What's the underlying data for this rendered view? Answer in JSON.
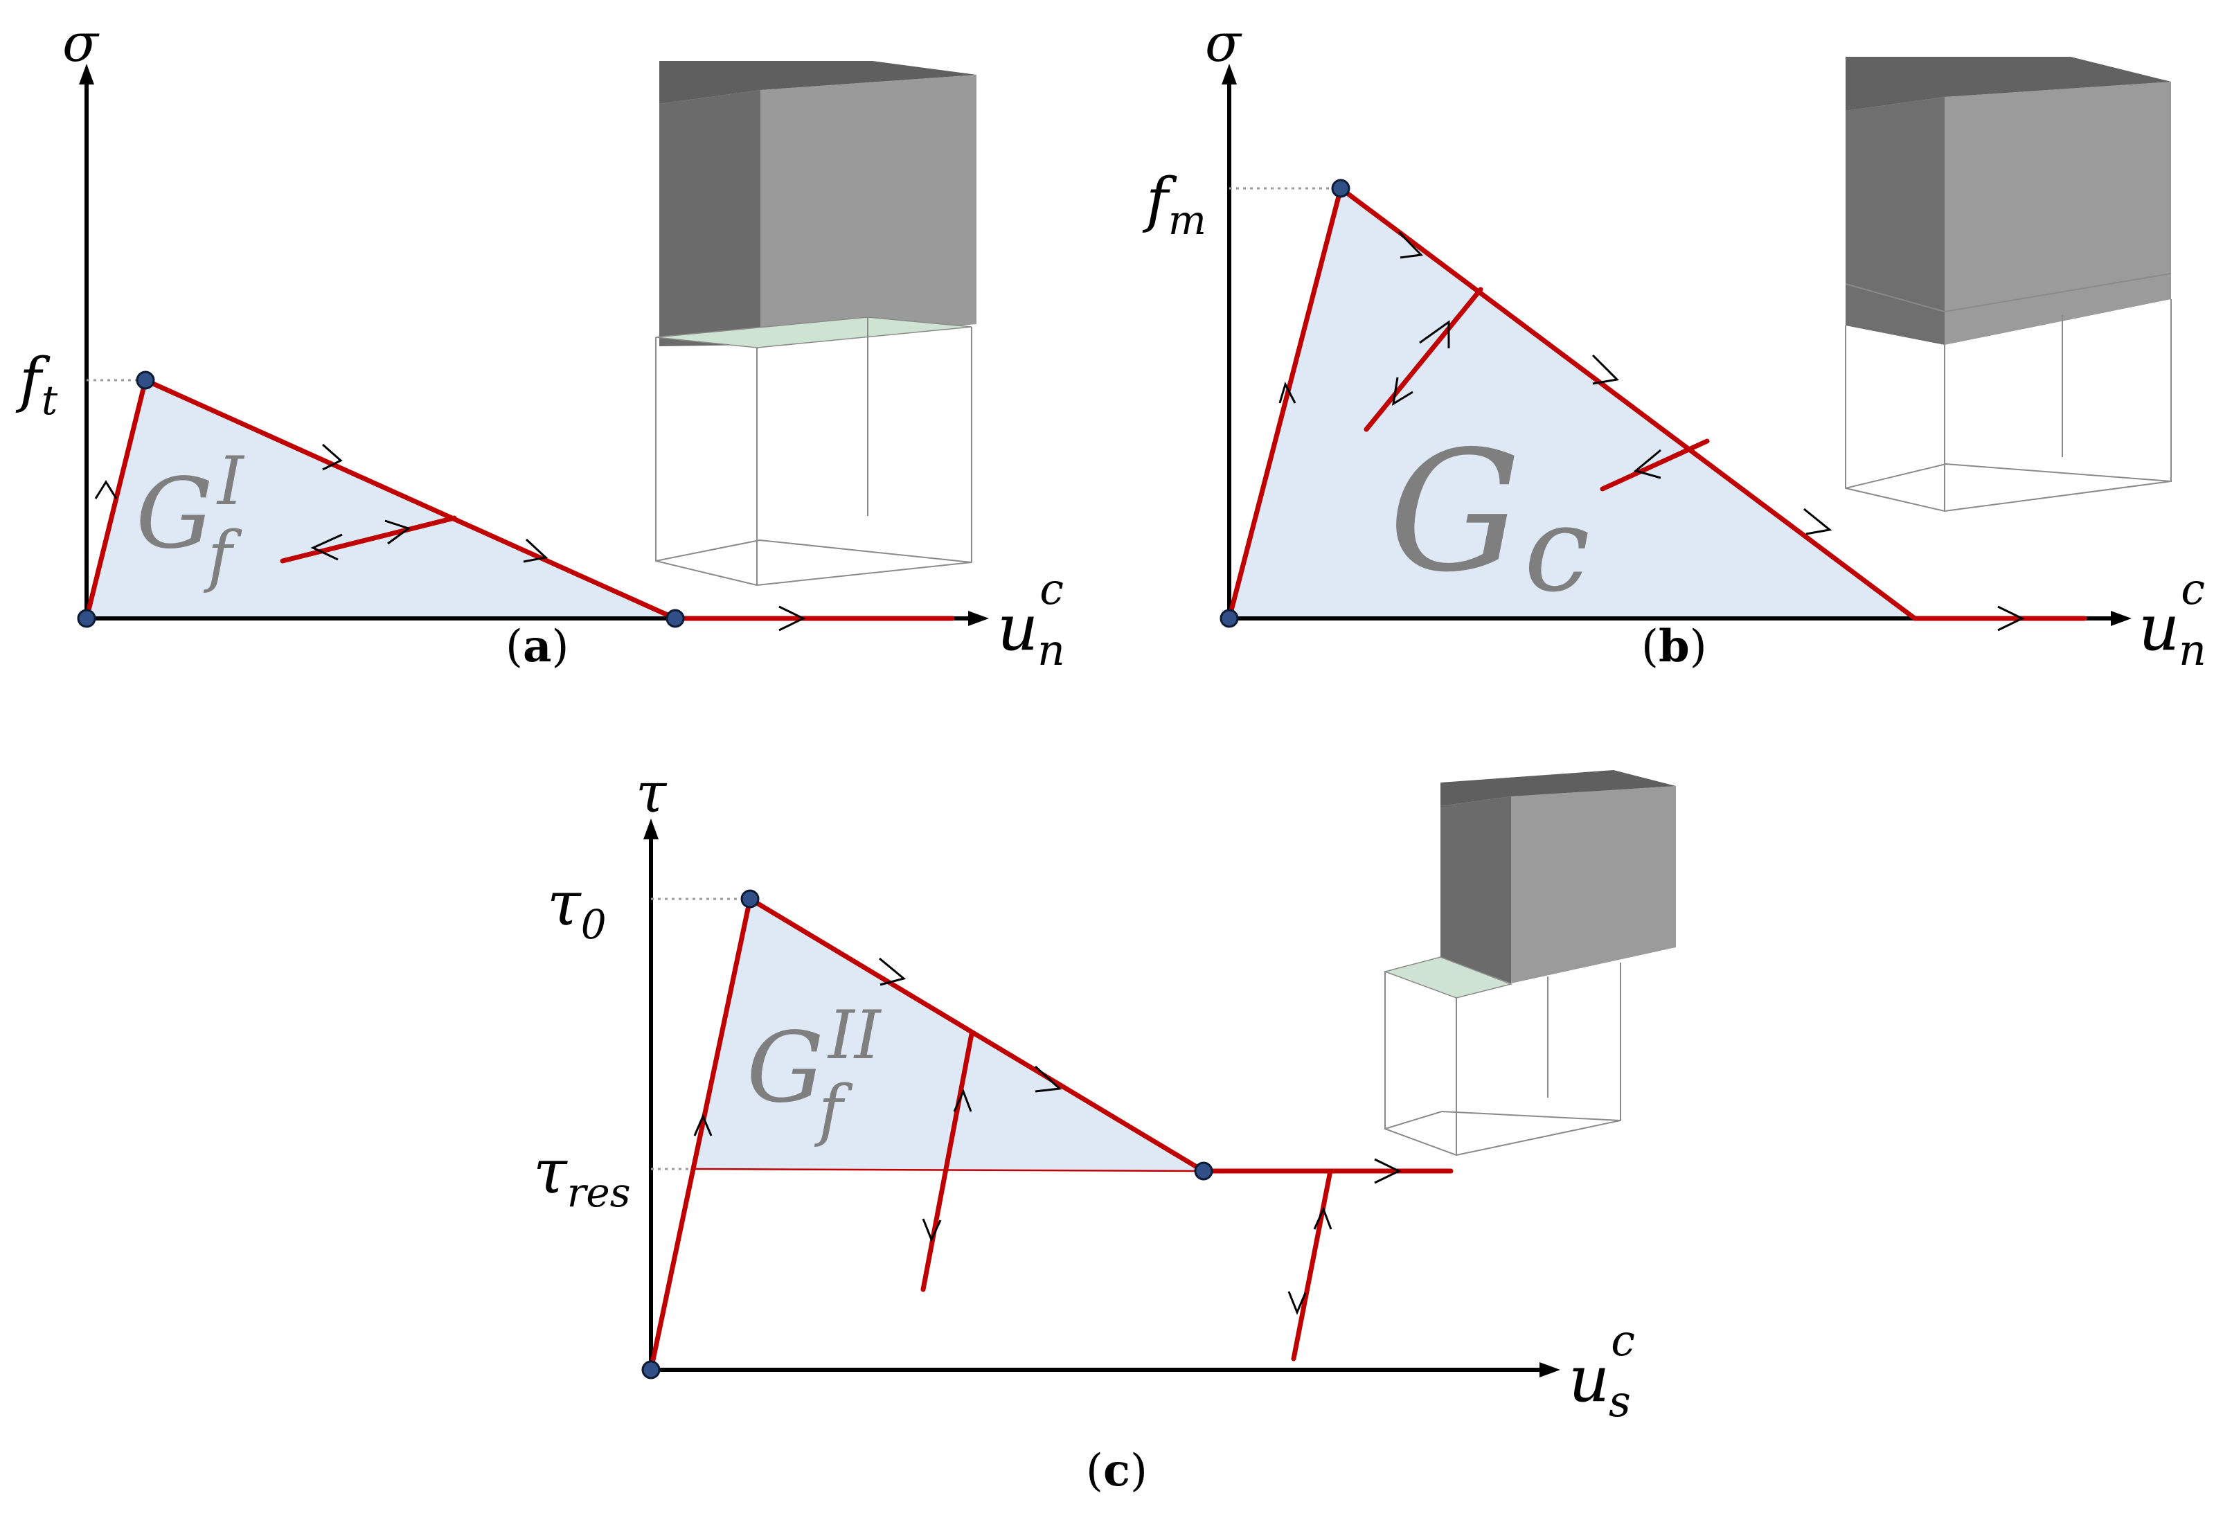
{
  "panels": [
    {
      "id": "a",
      "caption": "a",
      "y_axis": "σ",
      "x_axis": {
        "base": "u",
        "sub": "n",
        "sup": "c"
      },
      "peak_label": {
        "base": "f",
        "sub": "t"
      },
      "area_label": {
        "base": "G",
        "sub": "f",
        "sup": "I"
      }
    },
    {
      "id": "b",
      "caption": "b",
      "y_axis": "σ",
      "x_axis": {
        "base": "u",
        "sub": "n",
        "sup": "c"
      },
      "peak_label": {
        "base": "f",
        "sub": "m"
      },
      "area_label": {
        "base": "G",
        "sub": "c"
      }
    },
    {
      "id": "c",
      "caption": "c",
      "y_axis": "τ",
      "x_axis": {
        "base": "u",
        "sub": "s",
        "sup": "c"
      },
      "peak_label": {
        "base": "τ",
        "sub": "0"
      },
      "res_label": {
        "base": "τ",
        "sub": "res"
      },
      "area_label": {
        "base": "G",
        "sub": "f",
        "sup": "II"
      }
    }
  ],
  "colors": {
    "curve": "#c00000",
    "energy_fill": "#dfe9f6",
    "node": "#2f4f86",
    "interface": "#cfe3d3"
  }
}
